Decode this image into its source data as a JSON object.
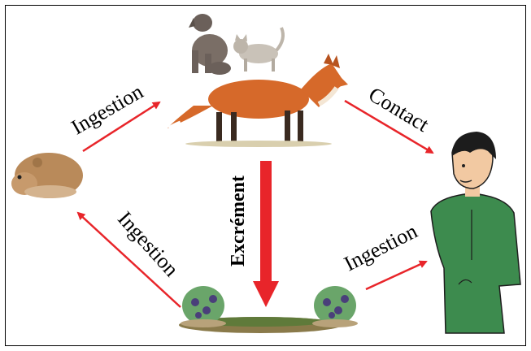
{
  "labels": {
    "ingestion_top_left": "Ingestion",
    "contact": "Contact",
    "excrement": "Excrément",
    "ingestion_bottom_left": "Ingestion",
    "ingestion_bottom_right": "Ingestion"
  },
  "colors": {
    "arrow_red": "#e8252a",
    "fox": "#d6692a",
    "vole": "#b98a5a",
    "dog": "#7a6e66",
    "cat": "#c9c2b8",
    "man_suit": "#3d8b4e",
    "plant_berry": "#4a3f7a",
    "plant_leaf": "#6aa56a"
  },
  "icons": [
    "vole-icon",
    "dog-icon",
    "cat-icon",
    "fox-icon",
    "man-icon",
    "berry-plant-icon",
    "soil-icon"
  ]
}
